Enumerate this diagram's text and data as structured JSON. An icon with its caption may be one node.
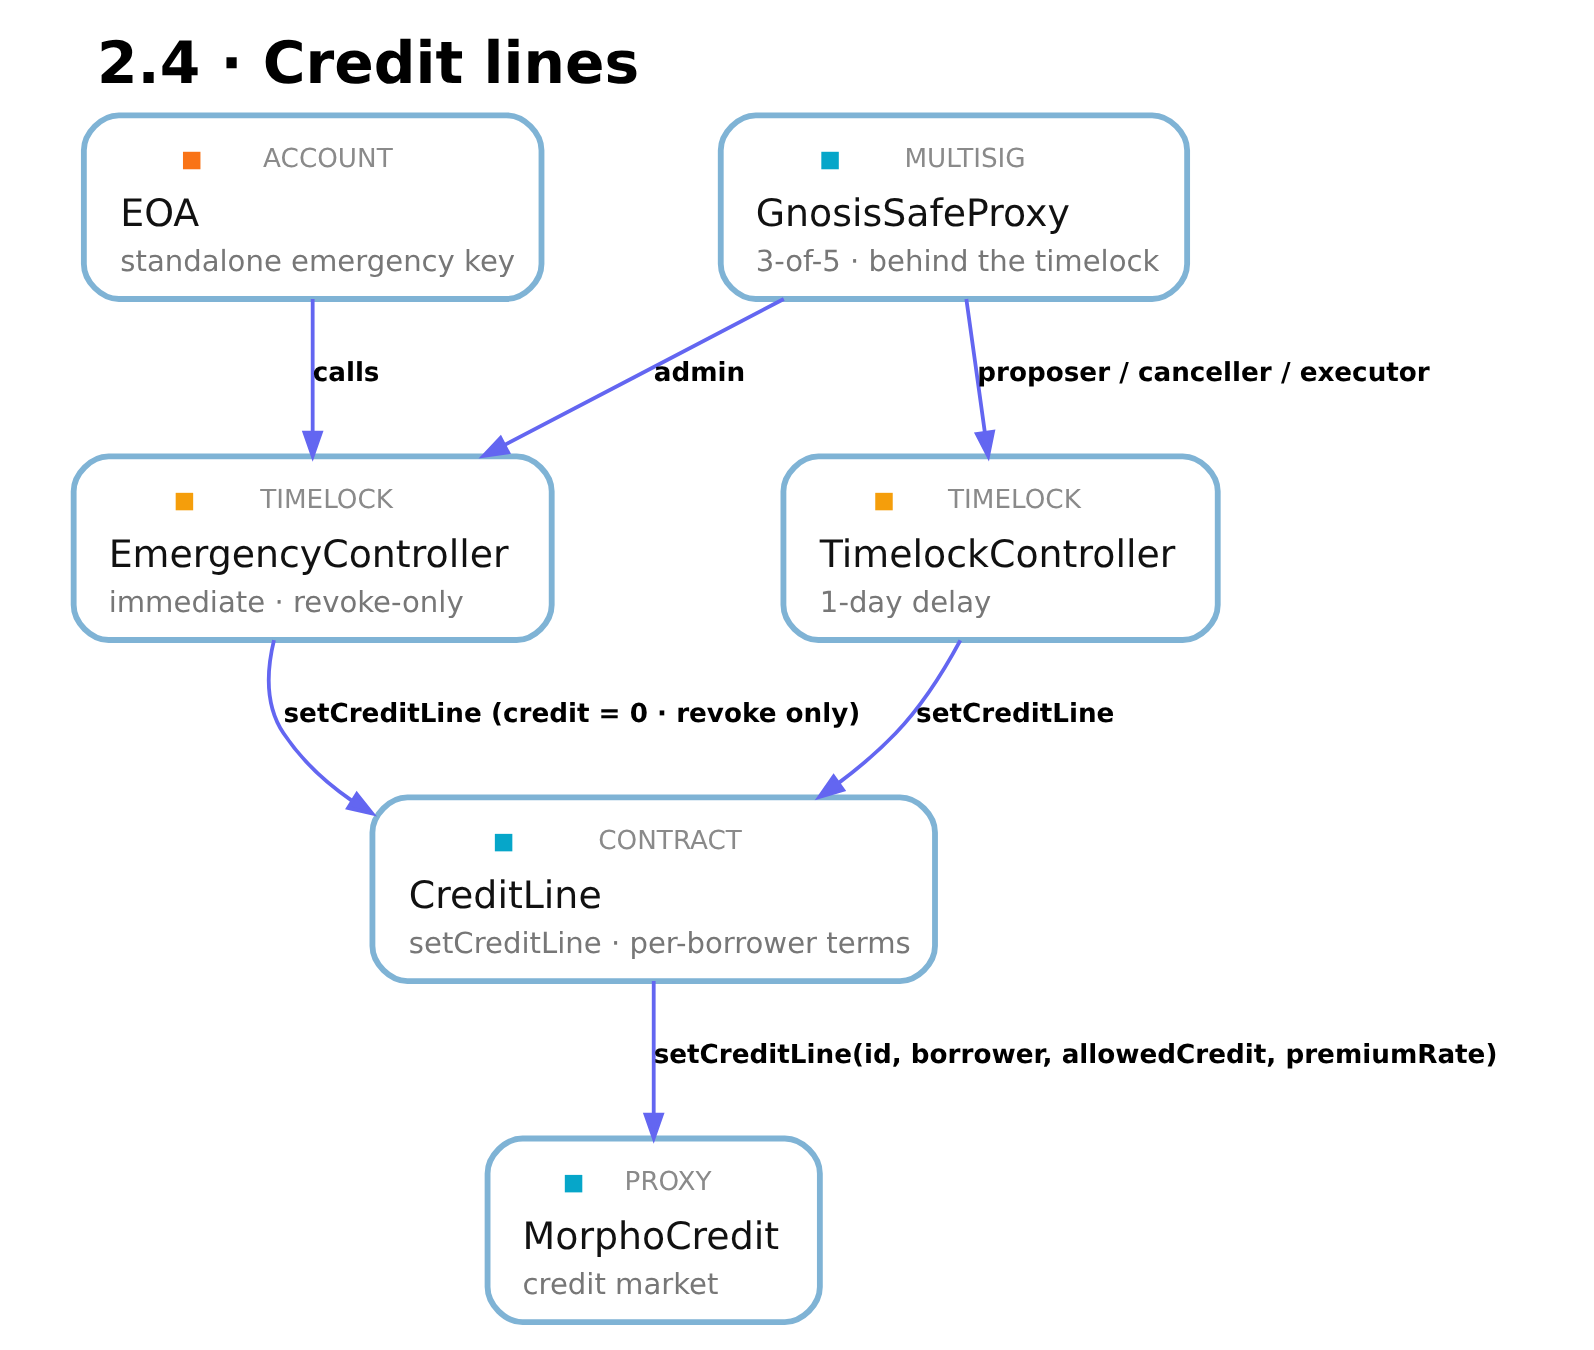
{
  "diagram": {
    "title": "2.4 · Credit lines",
    "nodes": [
      {
        "text": [
          "ACCOUNT",
          "EOA",
          "standalone emergency key"
        ]
      },
      {
        "text": [
          "MULTISIG",
          "GnosisSafeProxy",
          "3-of-5 · behind the timelock"
        ]
      },
      {
        "text": [
          "TIMELOCK",
          "EmergencyController",
          "immediate · revoke-only"
        ]
      },
      {
        "text": [
          "TIMELOCK",
          "TimelockController",
          "1-day delay"
        ]
      },
      {
        "text": [
          "CONTRACT",
          "CreditLine",
          "setCreditLine · per-borrower terms"
        ]
      },
      {
        "text": [
          "PROXY",
          "MorphoCredit",
          "credit market"
        ]
      }
    ],
    "edges": [
      {
        "from": 0,
        "to": 2,
        "arrow": "to",
        "label": "calls"
      },
      {
        "from": 1,
        "to": 2,
        "arrow": "to",
        "label": "admin"
      },
      {
        "from": 1,
        "to": 3,
        "arrow": "to",
        "label": "proposer / canceller / executor"
      },
      {
        "from": 2,
        "to": 4,
        "arrow": "to",
        "label": "setCreditLine (credit = 0 · revoke only)"
      },
      {
        "from": 3,
        "to": 4,
        "arrow": "to",
        "label": "setCreditLine"
      },
      {
        "from": 4,
        "to": 5,
        "arrow": "to",
        "label": "setCreditLine(id, borrower, allowedCredit, premiumRate)"
      }
    ]
  }
}
